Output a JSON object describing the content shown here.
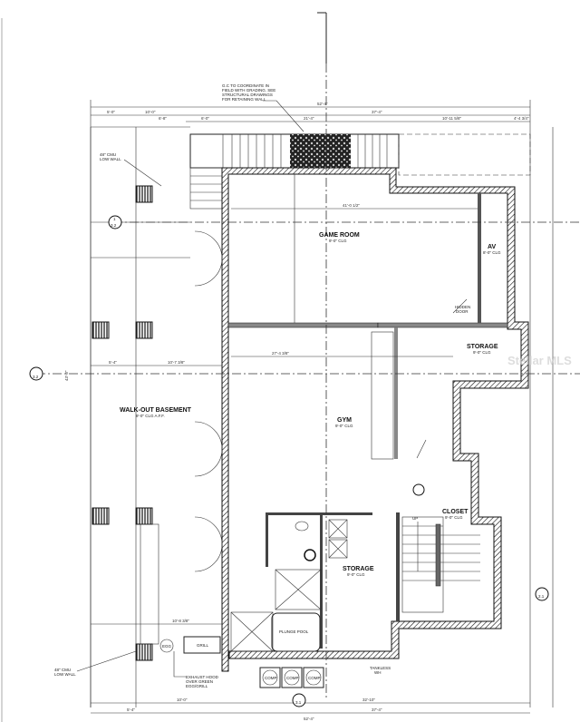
{
  "rooms": {
    "game_room": {
      "name": "GAME ROOM",
      "ceiling": "9'-0\" CLG"
    },
    "av": {
      "name": "AV",
      "ceiling": "8'-0\" CLG"
    },
    "storage_upper": {
      "name": "STORAGE",
      "ceiling": "9'-0\" CLG"
    },
    "gym": {
      "name": "GYM",
      "ceiling": "9'-0\" CLG"
    },
    "walkout": {
      "name": "WALK-OUT BASEMENT",
      "ceiling": "9'-0\" CLG A.F.F."
    },
    "closet": {
      "name": "CLOSET",
      "ceiling": "9'-0\" CLG"
    },
    "storage_lower": {
      "name": "STORAGE",
      "ceiling": "9'-0\" CLG"
    },
    "plunge_pool": {
      "name": "PLUNGE POOL"
    }
  },
  "notes": {
    "retaining": [
      "G.C TO COORDINATE IN",
      "FIELD WITH GRADING. SEE",
      "STRUCTURAL DRAWINGS",
      "FOR RETAINING WALL"
    ],
    "cmu_top": [
      "48\" CMU",
      "LOW WALL"
    ],
    "cmu_bottom": [
      "48\" CMU",
      "LOW WALL"
    ],
    "hood": [
      "EXHAUST HOOD",
      "OVER GREEN",
      "EGG/GRILL"
    ],
    "egg": "EGG",
    "grill": "GRILL",
    "tankless": [
      "TANKLESS",
      "WH"
    ],
    "hidden_door": [
      "HIDDEN",
      "DOOR"
    ],
    "up": "UP",
    "comp": [
      "COMP",
      "COMP",
      "COMP"
    ]
  },
  "dimensions": {
    "overall": "52'-4\"",
    "right_block": "37'-4\"",
    "stair_block": "21'-4\"",
    "top_right": "10'-11 5/8\"",
    "top_far_right": "4'-4 3/4\"",
    "top_left_a": "5'-0\"",
    "top_left_b": "10'-0\"",
    "top_left_c": "6'-8\"",
    "top_left_d": "6'-0\"",
    "game_width": "41'-0 1/2\"",
    "gym_width": "27'-4 3/8\"",
    "left_mid": "10'-7 3/8\"",
    "left_mid_b": "5'-4\"",
    "left_lower": "10'-8 3/8\"",
    "left_height": "43'-8\"",
    "bottom_a": "10'-0\"",
    "bottom_b": "32'-10\"",
    "bottom_c": "5'-4\"",
    "bottom_d": "37'-4\"",
    "section_marks": [
      "1",
      "3.2",
      "3.1",
      "2.1"
    ]
  },
  "watermark": "Stellar MLS"
}
